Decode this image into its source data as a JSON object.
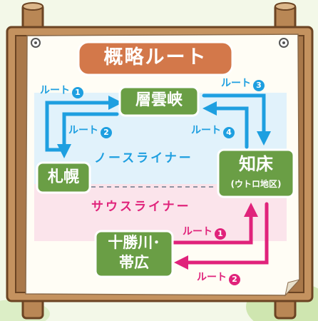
{
  "title": "概略ルート",
  "nodes": {
    "sounkyo": "層雲峡",
    "sapporo": "札幌",
    "shiretoko": "知床",
    "shiretoko_sub": "(ウトロ地区)",
    "tokachi_line1": "十勝川･",
    "tokachi_line2": "帯広"
  },
  "lines": {
    "north": "ノースライナー",
    "south": "サウスライナー"
  },
  "routes": {
    "north_1": {
      "label": "ルート",
      "num": "1"
    },
    "north_2": {
      "label": "ルート",
      "num": "2"
    },
    "north_3": {
      "label": "ルート",
      "num": "3"
    },
    "north_4": {
      "label": "ルート",
      "num": "4"
    },
    "south_1": {
      "label": "ルート",
      "num": "1"
    },
    "south_2": {
      "label": "ルート",
      "num": "2"
    }
  },
  "colors": {
    "board": "#fffdf5",
    "wood": "#b98755",
    "wood_dark": "#6b4423",
    "title_bg": "#d3784a",
    "node_green": "#6a9e45",
    "north_blue": "#1e9fe0",
    "south_pink": "#e0237b",
    "north_band": "#dcf0fb",
    "south_band": "#fbe1ea"
  }
}
